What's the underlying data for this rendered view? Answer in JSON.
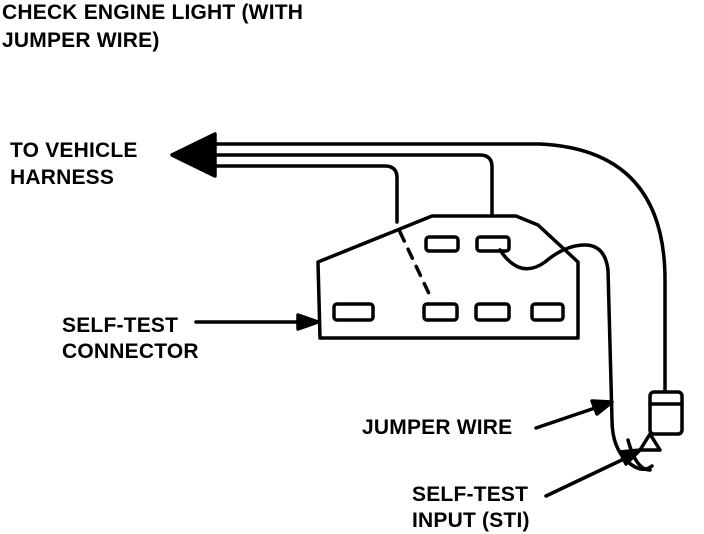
{
  "title_lines": [
    "CHECK ENGINE LIGHT (WITH",
    "JUMPER WIRE)"
  ],
  "labels": {
    "vehicle_harness": [
      "TO VEHICLE",
      "HARNESS"
    ],
    "self_test_connector": [
      "SELF-TEST",
      "CONNECTOR"
    ],
    "jumper_wire": "JUMPER WIRE",
    "self_test_input": [
      "SELF-TEST",
      "INPUT (STI)"
    ]
  },
  "colors": {
    "ink": "#000000",
    "paper": "#ffffff"
  }
}
